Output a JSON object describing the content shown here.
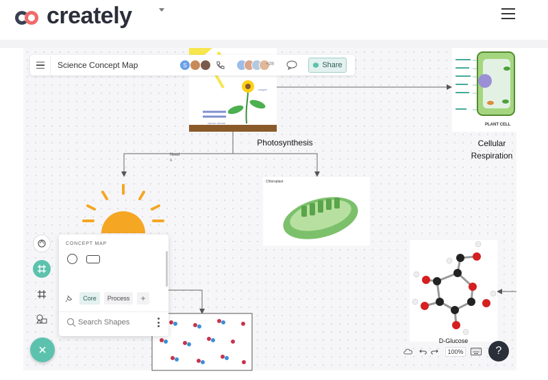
{
  "brand": {
    "name": "creately",
    "mark_colors": [
      "#3a3f52",
      "#f06a6a"
    ]
  },
  "toolbar": {
    "document_title": "Science Concept Map",
    "avatar_initial": "S",
    "collaborators_extra": "+28",
    "share_label": "Share"
  },
  "diagram": {
    "nodes": {
      "photosynthesis": "Photosynthesis",
      "cellular_respiration_line1": "Cellular",
      "cellular_respiration_line2": "Respiration",
      "glucose": "D-Glucose",
      "needs_line1": "Need",
      "needs_line2": "s",
      "plant_cell_caption": "PLANT CELL",
      "chloroplast_caption": "Chloroplast",
      "sun_label_oxygen": "oxygen",
      "sun_label_co2": "carbon dioxide"
    }
  },
  "shape_panel": {
    "title": "CONCEPT MAP",
    "tabs": [
      "Core",
      "Process"
    ],
    "search_placeholder": "Search Shapes"
  },
  "bottom_bar": {
    "zoom": "100%"
  },
  "help": {
    "label": "?"
  },
  "colors": {
    "accent": "#5cc2ae",
    "dark": "#2b2f3a",
    "sun": "#f5a623"
  }
}
